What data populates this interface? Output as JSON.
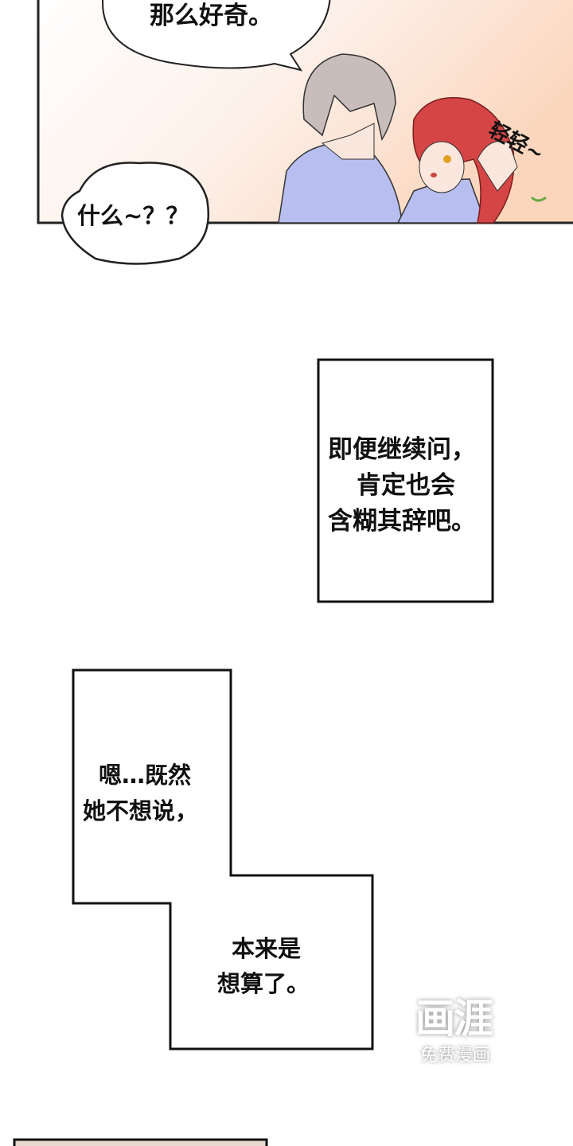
{
  "panel1": {
    "speech_top": "那么好奇。",
    "speech_bottom": "什么~？？",
    "sfx": "轻轻~"
  },
  "caption1": {
    "lines": [
      "即便继续问，",
      "肯定也会",
      "含糊其辞吧。"
    ]
  },
  "caption2": {
    "lines_top": [
      "嗯…既然",
      "她不想说，"
    ],
    "lines_bottom": [
      "本来是",
      "想算了。"
    ]
  },
  "watermark": {
    "logo": "画涯",
    "subtitle": "免费漫画"
  }
}
